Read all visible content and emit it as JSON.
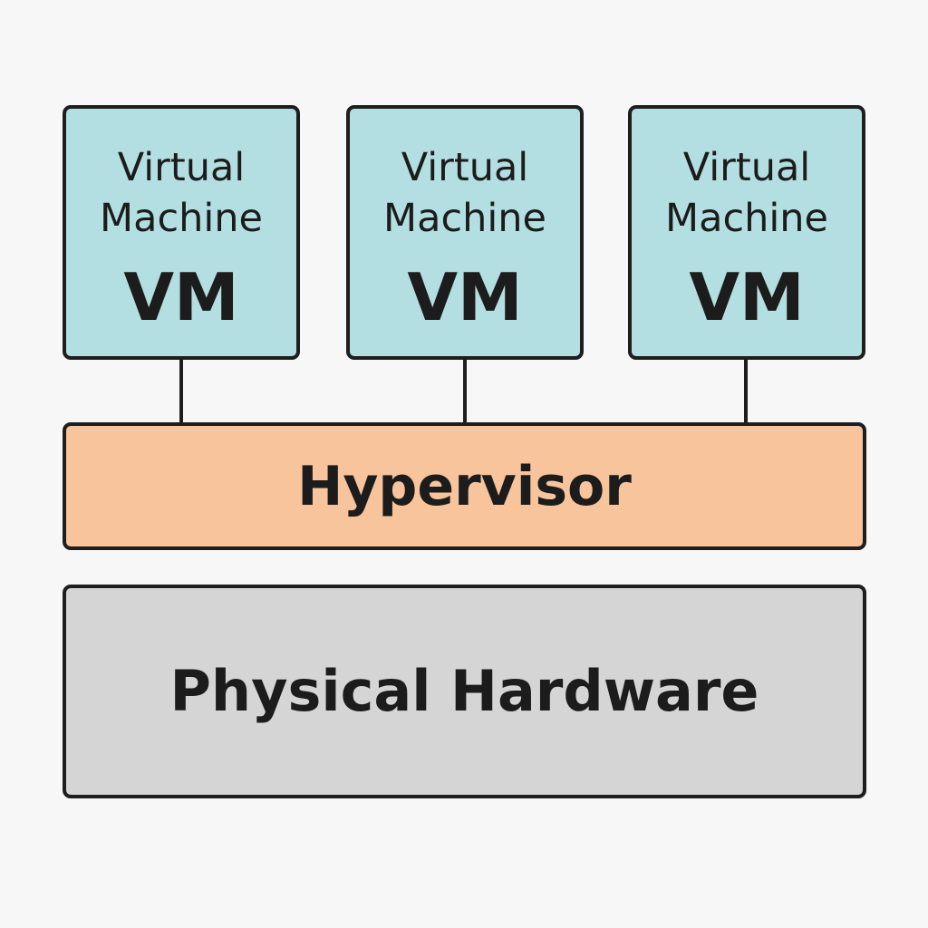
{
  "diagram": {
    "virtual_machines": [
      {
        "title_line1": "Virtual",
        "title_line2": "Machine",
        "abbr": "VM"
      },
      {
        "title_line1": "Virtual",
        "title_line2": "Machine",
        "abbr": "VM"
      },
      {
        "title_line1": "Virtual",
        "title_line2": "Machine",
        "abbr": "VM"
      }
    ],
    "hypervisor": {
      "label": "Hypervisor"
    },
    "hardware": {
      "label": "Physical Hardware"
    }
  },
  "colors": {
    "background": "#f7f7f7",
    "vm_fill": "#b3dfe2",
    "hypervisor_fill": "#f7c49c",
    "hardware_fill": "#d5d5d5",
    "stroke": "#1e1e1e",
    "text": "#1c1c1c"
  }
}
